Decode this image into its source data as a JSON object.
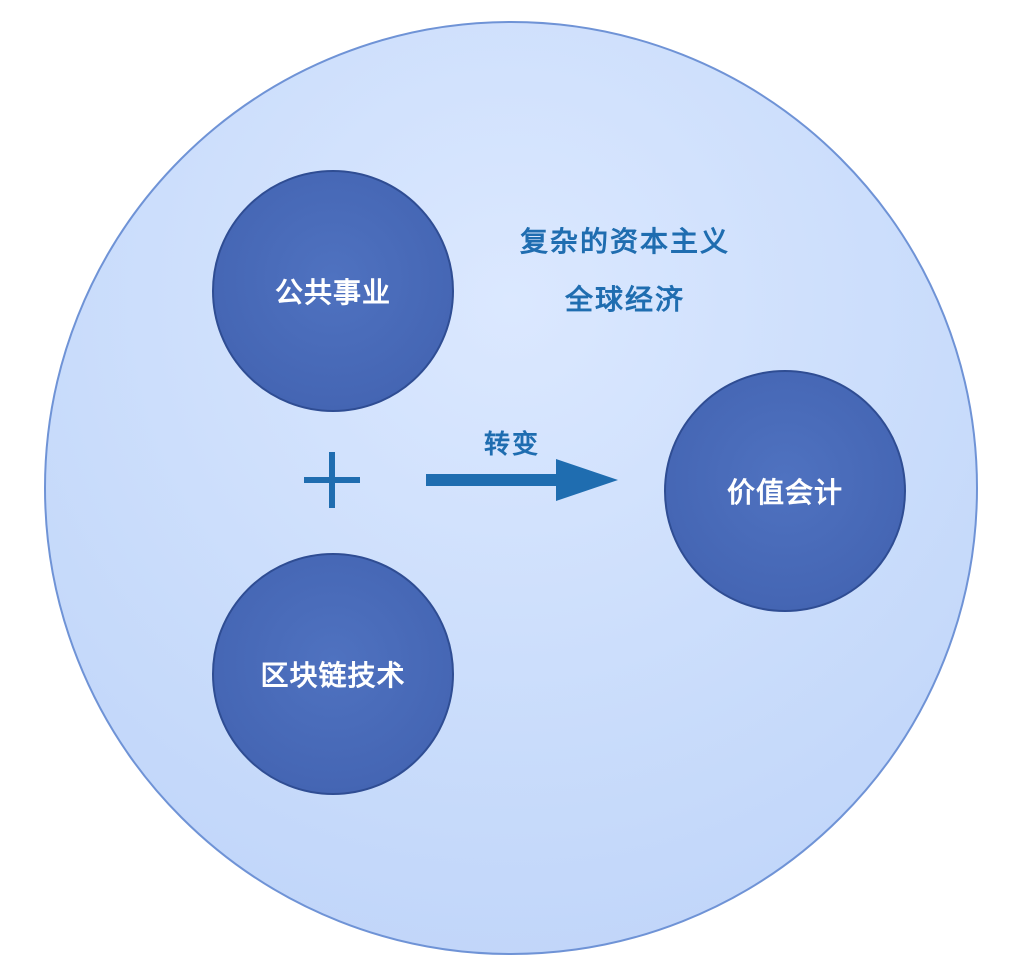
{
  "diagram": {
    "context": {
      "line1": "复杂的资本主义",
      "line2": "全球经济"
    },
    "nodes": {
      "public_utility": "公共事业",
      "blockchain": "区块链技术",
      "value_accounting": "价值会计"
    },
    "operator": {
      "icon": "plus-icon"
    },
    "transition": {
      "label": "转变",
      "icon": "arrow-right-icon"
    },
    "colors": {
      "outer_fill": "#c9dcfb",
      "outer_border": "#6f93d6",
      "node_fill": "#4566b4",
      "node_border": "#2f4d93",
      "accent_text": "#1f6db0",
      "arrow": "#1f6db0"
    }
  }
}
